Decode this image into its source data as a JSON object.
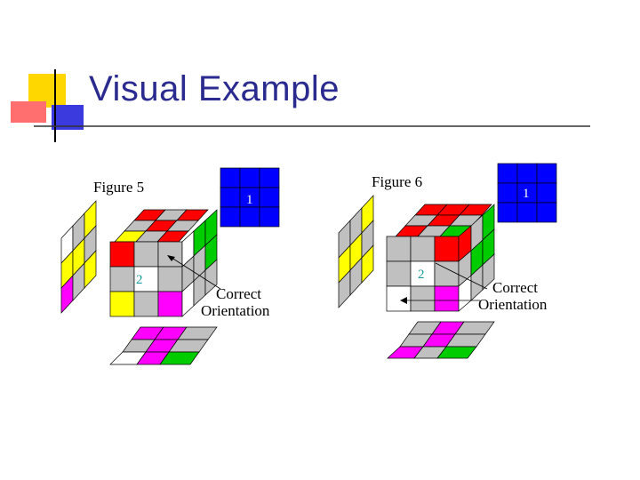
{
  "slide": {
    "title": "Visual Example"
  },
  "colors": {
    "title": "#2b2b8f",
    "red": "#ff0000",
    "green": "#00cc00",
    "yellow": "#ffff00",
    "magenta": "#ff00ff",
    "blue": "#0000ff",
    "gray": "#c0c0c0",
    "white": "#ffffff",
    "accent_yellow": "#ffd700",
    "accent_red": "#ff6f6f",
    "accent_blue": "#3a3adf"
  },
  "figure5": {
    "label": "Figure 5",
    "blue_label": "1",
    "front_label": "2",
    "annotation_line1": "Correct",
    "annotation_line2": "Orientation"
  },
  "figure6": {
    "label": "Figure 6",
    "blue_label": "1",
    "front_label": "2",
    "annotation_line1": "Correct",
    "annotation_line2": "Orientation"
  }
}
